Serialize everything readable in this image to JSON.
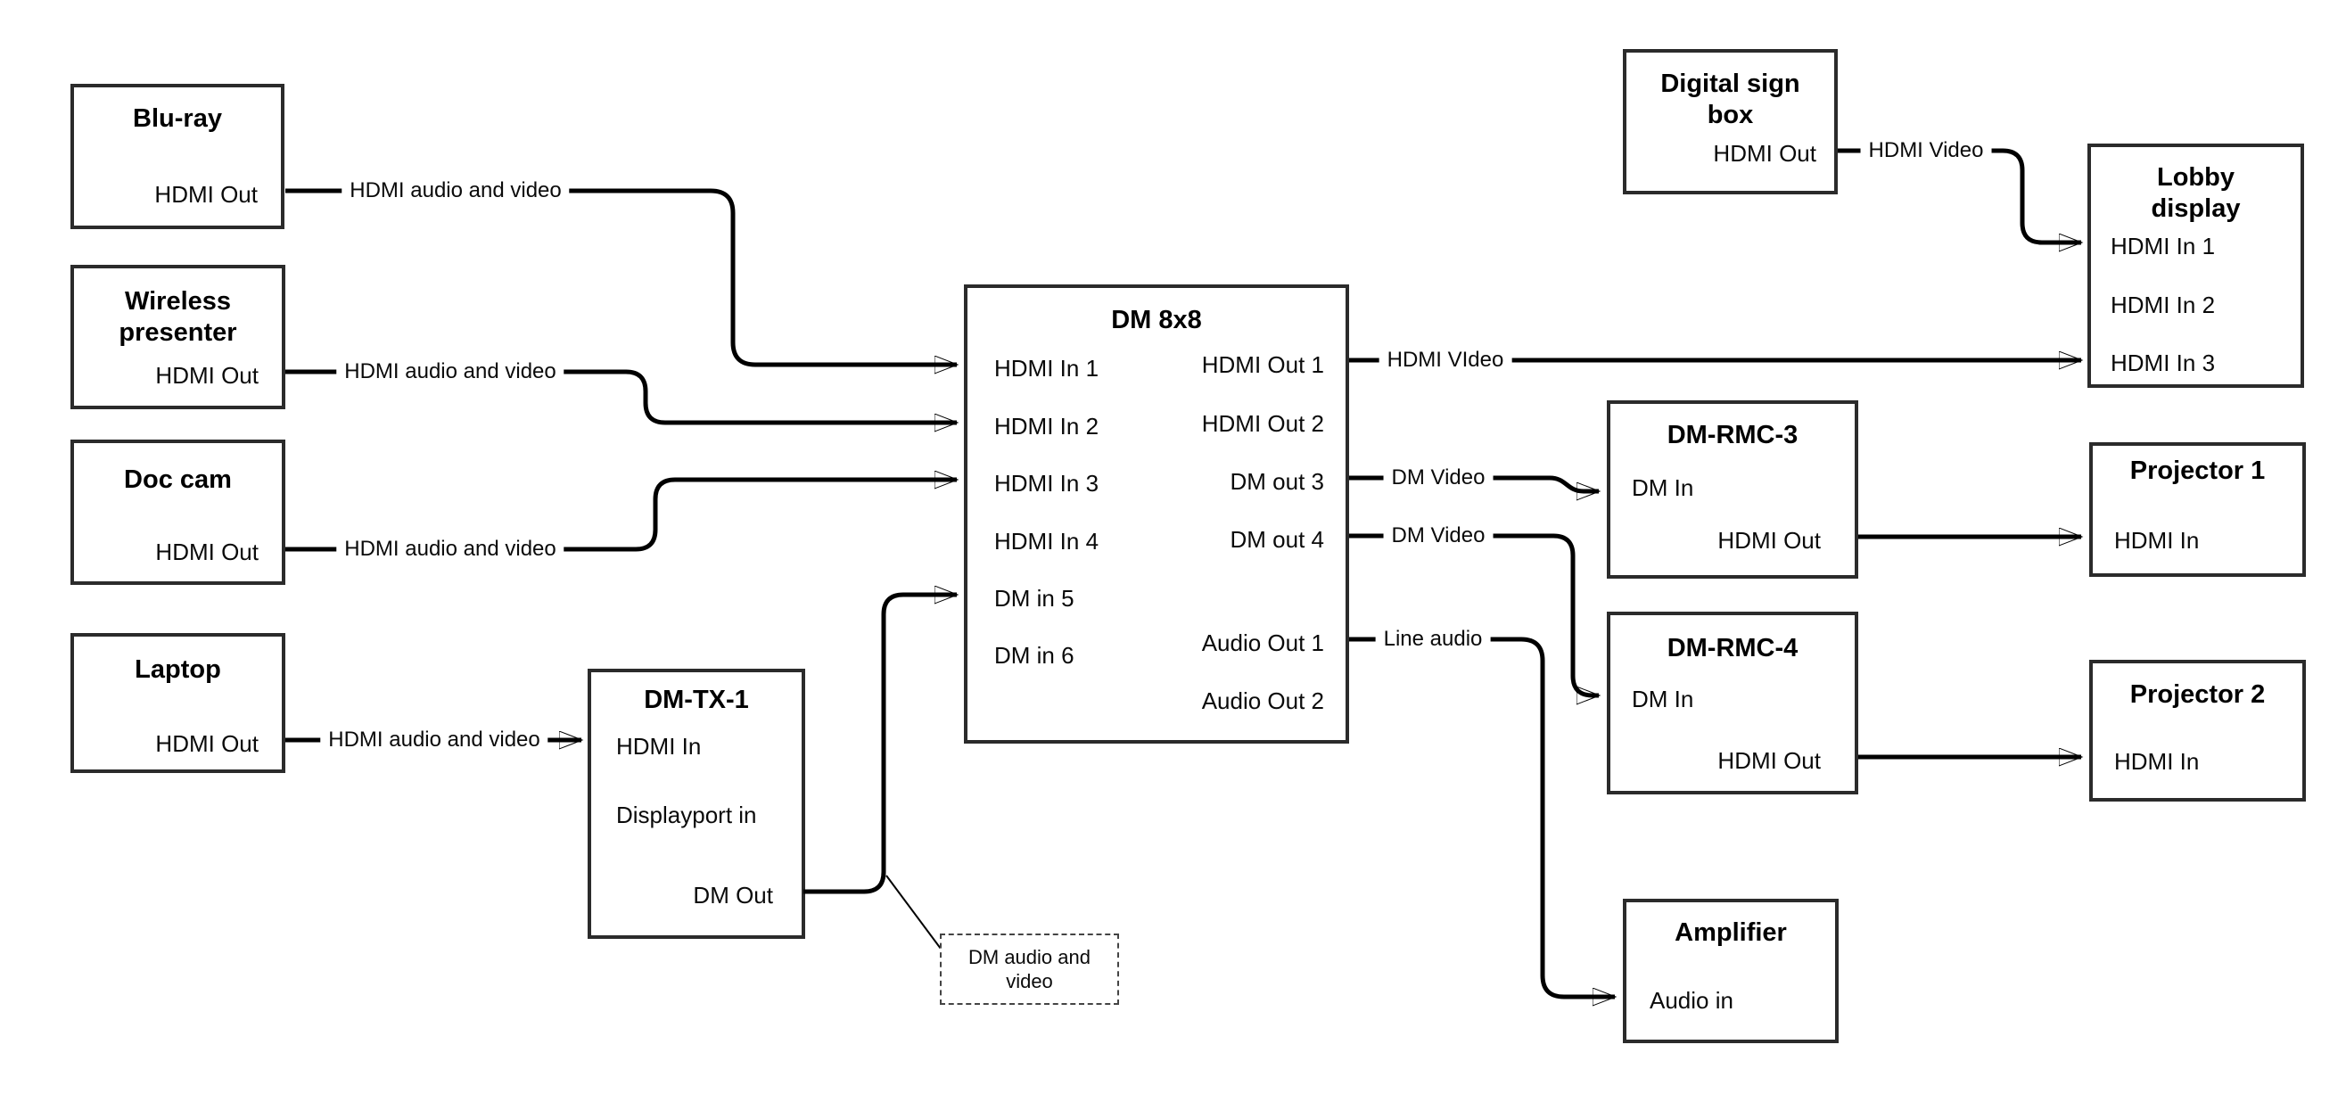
{
  "diagram": {
    "background_color": "#ffffff",
    "line_color": "#000000",
    "box_border_color": "#2b2b2b"
  },
  "nodes": {
    "bluray": {
      "title": "Blu-ray",
      "ports": {
        "hdmi_out": "HDMI Out"
      }
    },
    "wireless": {
      "title": "Wireless presenter",
      "ports": {
        "hdmi_out": "HDMI Out"
      }
    },
    "doccam": {
      "title": "Doc cam",
      "ports": {
        "hdmi_out": "HDMI Out"
      }
    },
    "laptop": {
      "title": "Laptop",
      "ports": {
        "hdmi_out": "HDMI Out"
      }
    },
    "dmtx1": {
      "title": "DM-TX-1",
      "ports": {
        "hdmi_in": "HDMI In",
        "dp_in": "Displayport in",
        "dm_out": "DM Out"
      }
    },
    "dm8x8": {
      "title": "DM 8x8",
      "ports": {
        "in1": "HDMI In 1",
        "in2": "HDMI In 2",
        "in3": "HDMI In 3",
        "in4": "HDMI In 4",
        "in5": "DM in 5",
        "in6": "DM in 6",
        "out1": "HDMI Out 1",
        "out2": "HDMI Out 2",
        "out3": "DM out 3",
        "out4": "DM out 4",
        "aout1": "Audio Out 1",
        "aout2": "Audio Out 2"
      }
    },
    "digisign": {
      "title": "Digital sign box",
      "ports": {
        "hdmi_out": "HDMI Out"
      }
    },
    "lobby": {
      "title": "Lobby display",
      "ports": {
        "in1": "HDMI In 1",
        "in2": "HDMI In 2",
        "in3": "HDMI In 3"
      }
    },
    "rmc3": {
      "title": "DM-RMC-3",
      "ports": {
        "dm_in": "DM In",
        "hdmi_out": "HDMI Out"
      }
    },
    "proj1": {
      "title": "Projector 1",
      "ports": {
        "hdmi_in": "HDMI In"
      }
    },
    "rmc4": {
      "title": "DM-RMC-4",
      "ports": {
        "dm_in": "DM In",
        "hdmi_out": "HDMI Out"
      }
    },
    "proj2": {
      "title": "Projector 2",
      "ports": {
        "hdmi_in": "HDMI In"
      }
    },
    "amp": {
      "title": "Amplifier",
      "ports": {
        "audio_in": "Audio in"
      }
    }
  },
  "edge_labels": {
    "bluray_to_dm8x8": "HDMI audio and video",
    "wireless_to_dm8x8": "HDMI audio and video",
    "doccam_to_dm8x8": "HDMI audio and video",
    "laptop_to_dmtx1": "HDMI audio and video",
    "dm8x8_out1_to_lobby": "HDMI VIdeo",
    "digisign_to_lobby": "HDMI Video",
    "dm8x8_out3_to_rmc3": "DM Video",
    "dm8x8_out4_to_rmc4": "DM Video",
    "dm8x8_audio1_to_amp": "Line audio"
  },
  "callout": {
    "text": "DM audio and video"
  }
}
